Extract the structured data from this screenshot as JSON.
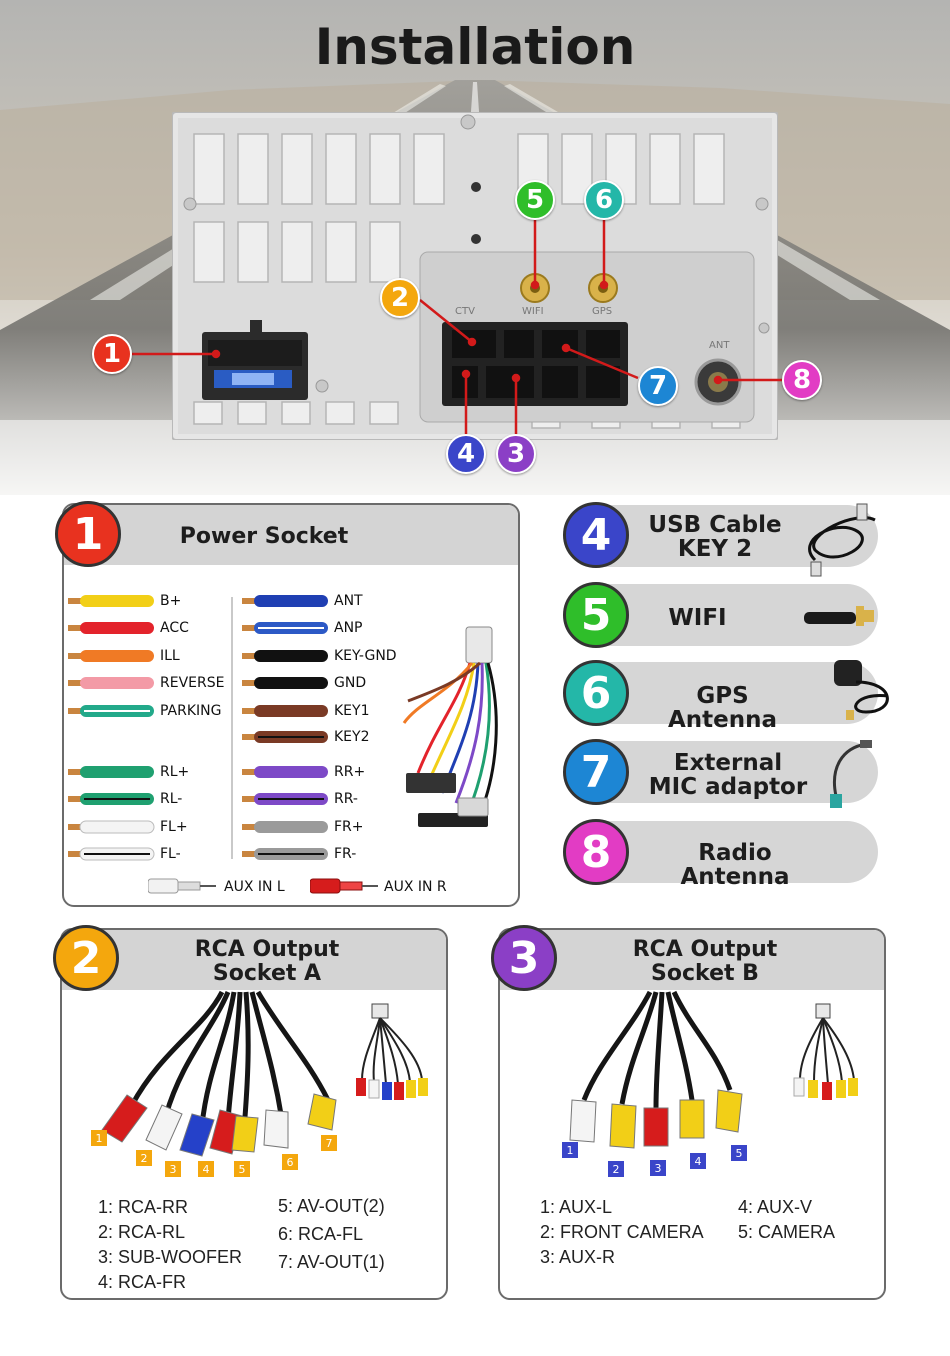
{
  "title": "Installation",
  "colors": {
    "c1": "#e8321f",
    "c2": "#f4a70d",
    "c3": "#8b3fc6",
    "c4": "#3a45c9",
    "c5": "#2fbe2a",
    "c6": "#24b7a8",
    "c7": "#1d86d4",
    "c8": "#e23cc4"
  },
  "callouts": [
    "1",
    "2",
    "3",
    "4",
    "5",
    "6",
    "7",
    "8"
  ],
  "unit_labels": {
    "ctv": "CTV",
    "wifi": "WIFI",
    "gps": "GPS",
    "ant": "ANT"
  },
  "power": {
    "number": "1",
    "title": "Power Socket",
    "left_wires": [
      {
        "label": "B+",
        "color": "#f2cf17",
        "stripe": ""
      },
      {
        "label": "ACC",
        "color": "#e3232b",
        "stripe": ""
      },
      {
        "label": "ILL",
        "color": "#f07a25",
        "stripe": ""
      },
      {
        "label": "REVERSE",
        "color": "#f39aa6",
        "stripe": ""
      },
      {
        "label": "PARKING",
        "color": "#22a98a",
        "stripe": "#ffffff"
      },
      {
        "label": "RL+",
        "color": "#1fa070",
        "stripe": ""
      },
      {
        "label": "RL-",
        "color": "#1fa070",
        "stripe": "#111111"
      },
      {
        "label": "FL+",
        "color": "#f4f4f4",
        "stripe": ""
      },
      {
        "label": "FL-",
        "color": "#f4f4f4",
        "stripe": "#111111"
      }
    ],
    "right_wires": [
      {
        "label": "ANT",
        "color": "#1f3fb3",
        "stripe": ""
      },
      {
        "label": "ANP",
        "color": "#2c59c6",
        "stripe": "#ffffff"
      },
      {
        "label": "KEY-GND",
        "color": "#111111",
        "stripe": ""
      },
      {
        "label": "GND",
        "color": "#111111",
        "stripe": ""
      },
      {
        "label": "KEY1",
        "color": "#7a3a25",
        "stripe": ""
      },
      {
        "label": "KEY2",
        "color": "#7a3a25",
        "stripe": "#111111"
      },
      {
        "label": "RR+",
        "color": "#7d49c7",
        "stripe": ""
      },
      {
        "label": "RR-",
        "color": "#7d49c7",
        "stripe": "#111111"
      },
      {
        "label": "FR+",
        "color": "#9a9a9a",
        "stripe": ""
      },
      {
        "label": "FR-",
        "color": "#9a9a9a",
        "stripe": "#111111"
      }
    ],
    "aux_left": "AUX IN L",
    "aux_right": "AUX IN R"
  },
  "side_items": [
    {
      "number": "4",
      "line1": "USB Cable",
      "line2": "KEY 2",
      "icon": "usb-cable-icon"
    },
    {
      "number": "5",
      "line1": "WIFI",
      "line2": "",
      "icon": "wifi-antenna-icon"
    },
    {
      "number": "6",
      "line1": "GPS Antenna",
      "line2": "",
      "icon": "gps-antenna-icon"
    },
    {
      "number": "7",
      "line1": "External",
      "line2": "MIC adaptor",
      "icon": "mic-adaptor-icon"
    },
    {
      "number": "8",
      "line1": "Radio Antenna",
      "line2": "",
      "icon": "radio-antenna-icon"
    }
  ],
  "rca_a": {
    "number": "2",
    "title_line1": "RCA Output",
    "title_line2": "Socket A",
    "plug_tags": [
      "1",
      "2",
      "3",
      "4",
      "5",
      "6",
      "7"
    ],
    "legend_left": [
      "1: RCA-RR",
      "2: RCA-RL",
      "3: SUB-WOOFER",
      "4: RCA-FR"
    ],
    "legend_right": [
      "5: AV-OUT(2)",
      "6: RCA-FL",
      "7: AV-OUT(1)"
    ]
  },
  "rca_b": {
    "number": "3",
    "title_line1": "RCA Output",
    "title_line2": "Socket B",
    "plug_tags": [
      "1",
      "2",
      "3",
      "4",
      "5"
    ],
    "legend_left": [
      "1: AUX-L",
      "2: FRONT CAMERA",
      "3: AUX-R"
    ],
    "legend_right": [
      "4: AUX-V",
      "5: CAMERA"
    ]
  }
}
